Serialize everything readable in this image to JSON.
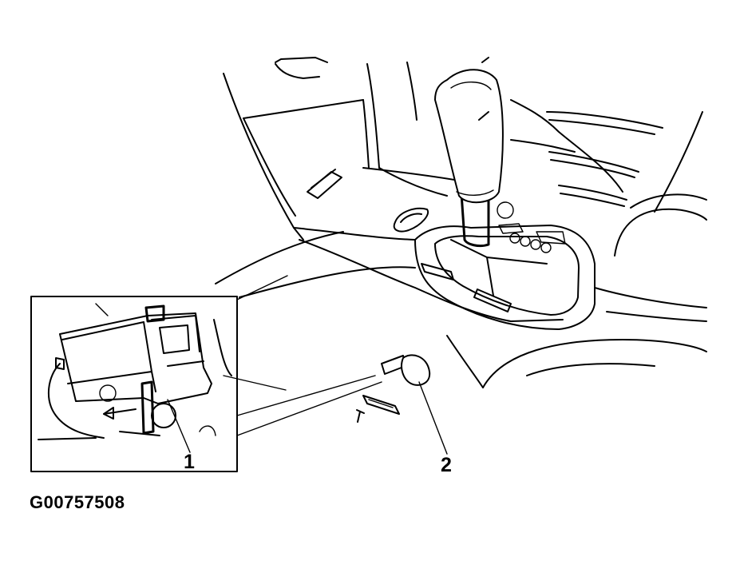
{
  "figure": {
    "id_label": "G00757508"
  },
  "callouts": [
    {
      "number": "1"
    },
    {
      "number": "2"
    }
  ],
  "colors": {
    "ink": "#000000",
    "paper": "#ffffff"
  }
}
